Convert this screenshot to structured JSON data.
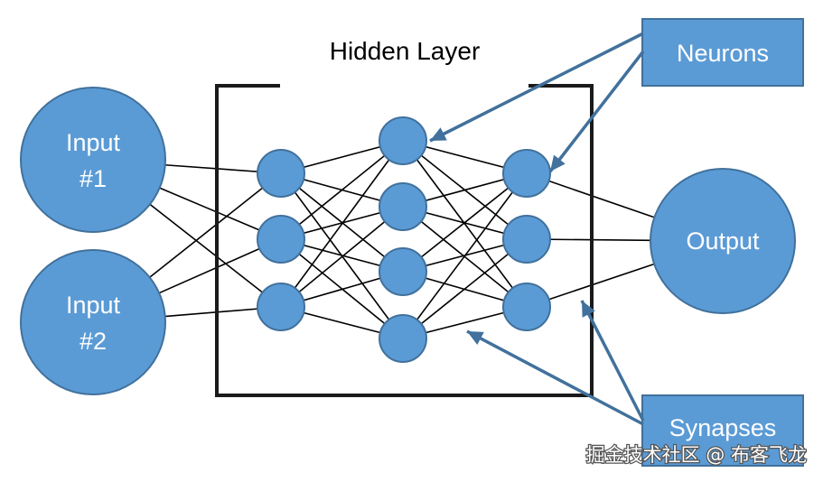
{
  "colors": {
    "node_fill": "#5b9bd5",
    "node_stroke": "#41719c",
    "callout_fill": "#5b9bd5",
    "arrow": "#41719c",
    "synapse": "#000000",
    "frame": "#1a1a1a"
  },
  "title": "Hidden Layer",
  "inputs": [
    {
      "line1": "Input",
      "line2": "#1"
    },
    {
      "line1": "Input",
      "line2": "#2"
    }
  ],
  "output": "Output",
  "hidden_layer_sizes": [
    3,
    4,
    3
  ],
  "callouts": {
    "neurons": "Neurons",
    "synapses": "Synapses"
  },
  "watermark": "掘金技术社区 @ 布客飞龙"
}
